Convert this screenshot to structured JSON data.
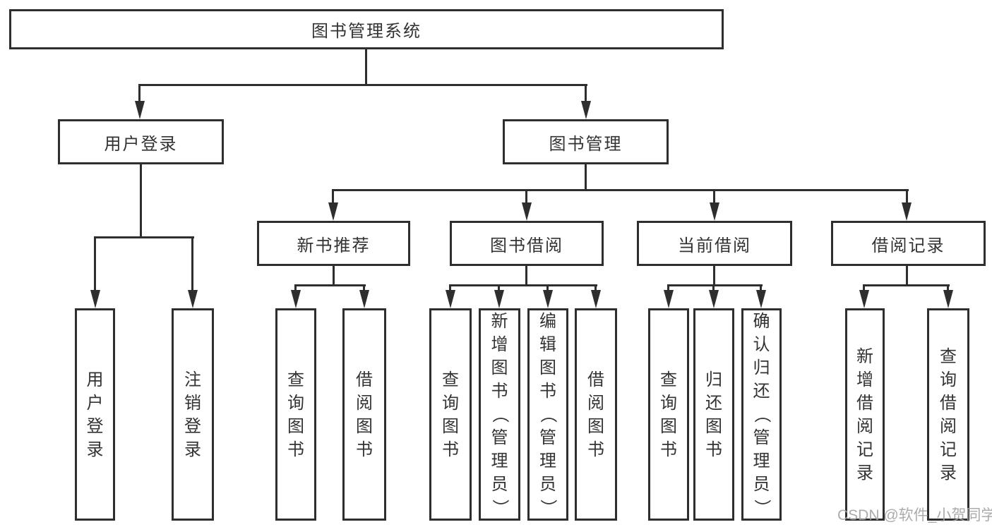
{
  "nodes": {
    "root": "图书管理系统",
    "user_login": "用户登录",
    "book_mgmt": "图书管理",
    "new_book_rec": "新书推荐",
    "book_borrow": "图书借阅",
    "current_borrow": "当前借阅",
    "borrow_record": "借阅记录",
    "u1_user_login": "用户登录",
    "u2_logout": "注销登录",
    "n1_query": "查询图书",
    "n2_borrow": "借阅图书",
    "b1_query": "查询图书",
    "b2_add": "新增图书（管理员）",
    "b3_edit": "编辑图书（管理员）",
    "b4_borrow": "借阅图书",
    "c1_query": "查询图书",
    "c2_return": "归还图书",
    "c3_confirm": "确认归还（管理员）",
    "r1_add": "新增借阅记录",
    "r2_query": "查询借阅记录"
  },
  "watermark": "CSDN @软件_小贺同学",
  "colors": {
    "line": "#2e2e2e",
    "border": "#2e2e2e",
    "text": "#333333",
    "watermark": "#a3a3a3",
    "background": "#ffffff"
  },
  "hierarchy": {
    "label": "图书管理系统",
    "children": [
      {
        "label": "用户登录",
        "children": [
          {
            "label": "用户登录"
          },
          {
            "label": "注销登录"
          }
        ]
      },
      {
        "label": "图书管理",
        "children": [
          {
            "label": "新书推荐",
            "children": [
              {
                "label": "查询图书"
              },
              {
                "label": "借阅图书"
              }
            ]
          },
          {
            "label": "图书借阅",
            "children": [
              {
                "label": "查询图书"
              },
              {
                "label": "新增图书（管理员）"
              },
              {
                "label": "编辑图书（管理员）"
              },
              {
                "label": "借阅图书"
              }
            ]
          },
          {
            "label": "当前借阅",
            "children": [
              {
                "label": "查询图书"
              },
              {
                "label": "归还图书"
              },
              {
                "label": "确认归还（管理员）"
              }
            ]
          },
          {
            "label": "借阅记录",
            "children": [
              {
                "label": "新增借阅记录"
              },
              {
                "label": "查询借阅记录"
              }
            ]
          }
        ]
      }
    ]
  }
}
